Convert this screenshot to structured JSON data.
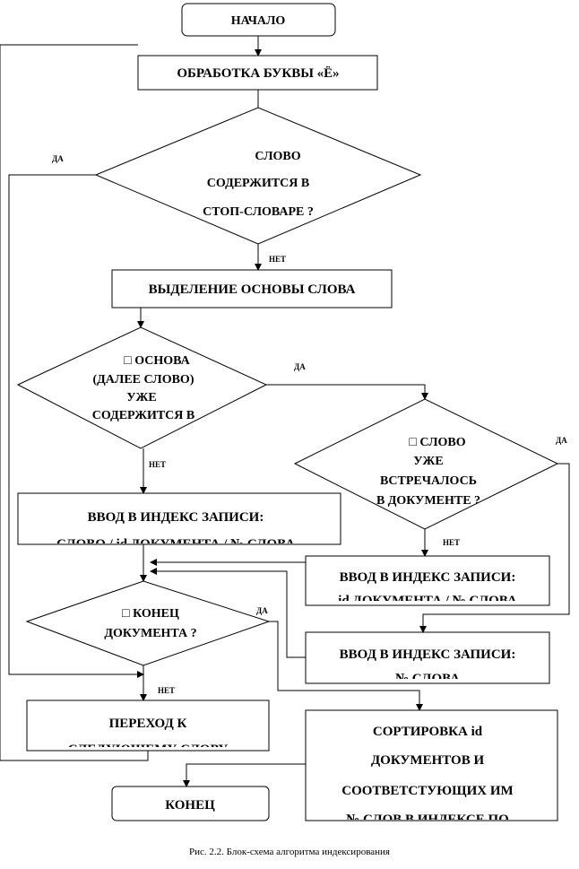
{
  "start": "НАЧАЛО",
  "process_yo": "ОБРАБОТКА БУКВЫ «Ё»",
  "decision_stopword": [
    "СЛОВО",
    "СОДЕРЖИТСЯ В",
    "СТОП-СЛОВАРЕ ?"
  ],
  "stem": "ВЫДЕЛЕНИЕ ОСНОВЫ СЛОВА",
  "decision_in_index": [
    "□ ОСНОВА",
    "(ДАЛЕЕ СЛОВО)",
    "УЖЕ",
    "СОДЕРЖИТСЯ  В"
  ],
  "decision_in_doc": [
    "□ СЛОВО",
    "УЖЕ",
    "ВСТРЕЧАЛОСЬ",
    "В ДОКУМЕНТЕ ?"
  ],
  "insert_full": [
    "ВВОД В ИНДЕКС ЗАПИСИ:",
    "СЛОВО / id ДОКУМЕНТА / № СЛОВА"
  ],
  "insert_doc": [
    "ВВОД В ИНДЕКС ЗАПИСИ:",
    "id ДОКУМЕНТА / № СЛОВА"
  ],
  "insert_pos": [
    "ВВОД В ИНДЕКС ЗАПИСИ:",
    "№ СЛОВА"
  ],
  "decision_end_doc": [
    "□ КОНЕЦ",
    "ДОКУМЕНТА ?"
  ],
  "next_word": [
    "ПЕРЕХОД К",
    "СЛЕДУЮЩЕМУ СЛОВУ"
  ],
  "sort": [
    "СОРТИРОВКА id",
    "ДОКУМЕНТОВ И",
    "СООТВЕТСТУЮЩИХ ИМ",
    "№ СЛОВ В ИНДЕКСЕ ПО"
  ],
  "end": "КОНЕЦ",
  "labels": {
    "yes": "ДА",
    "no": "НЕТ"
  },
  "caption": "Рис. 2.2. Блок-схема алгоритма индексирования"
}
